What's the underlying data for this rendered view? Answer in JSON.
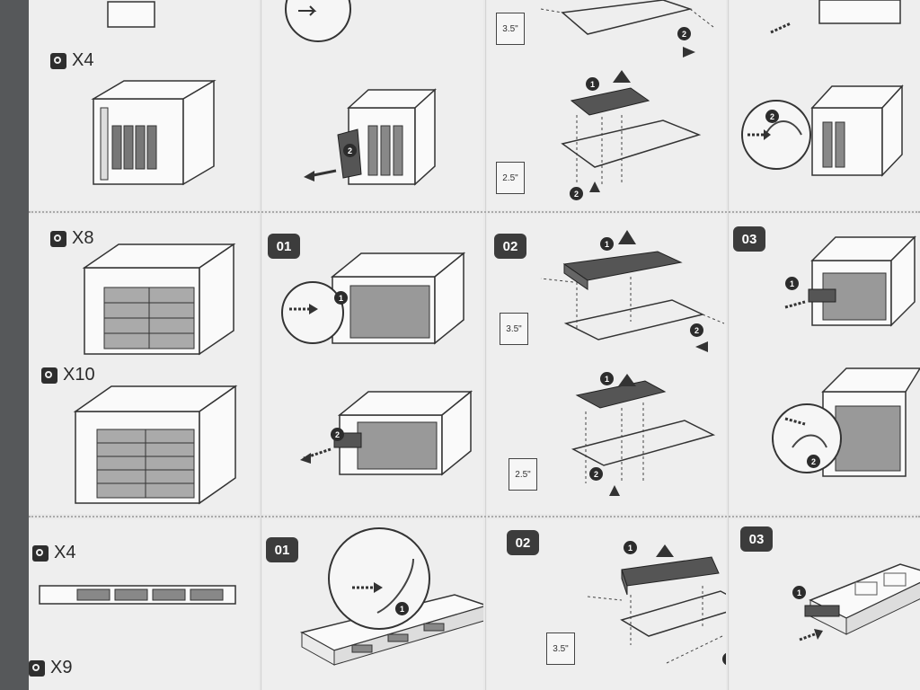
{
  "quantities": {
    "row1": "X4",
    "row2_top": "X8",
    "row2_bottom": "X10",
    "row3_top": "X4",
    "row3_bottom": "X9"
  },
  "steps": {
    "row2": [
      "01",
      "02",
      "03"
    ],
    "row3": [
      "01",
      "02",
      "03"
    ]
  },
  "drive_sizes": {
    "large": "3.5\"",
    "small": "2.5\""
  },
  "callouts": {
    "one": "1",
    "two": "2"
  }
}
